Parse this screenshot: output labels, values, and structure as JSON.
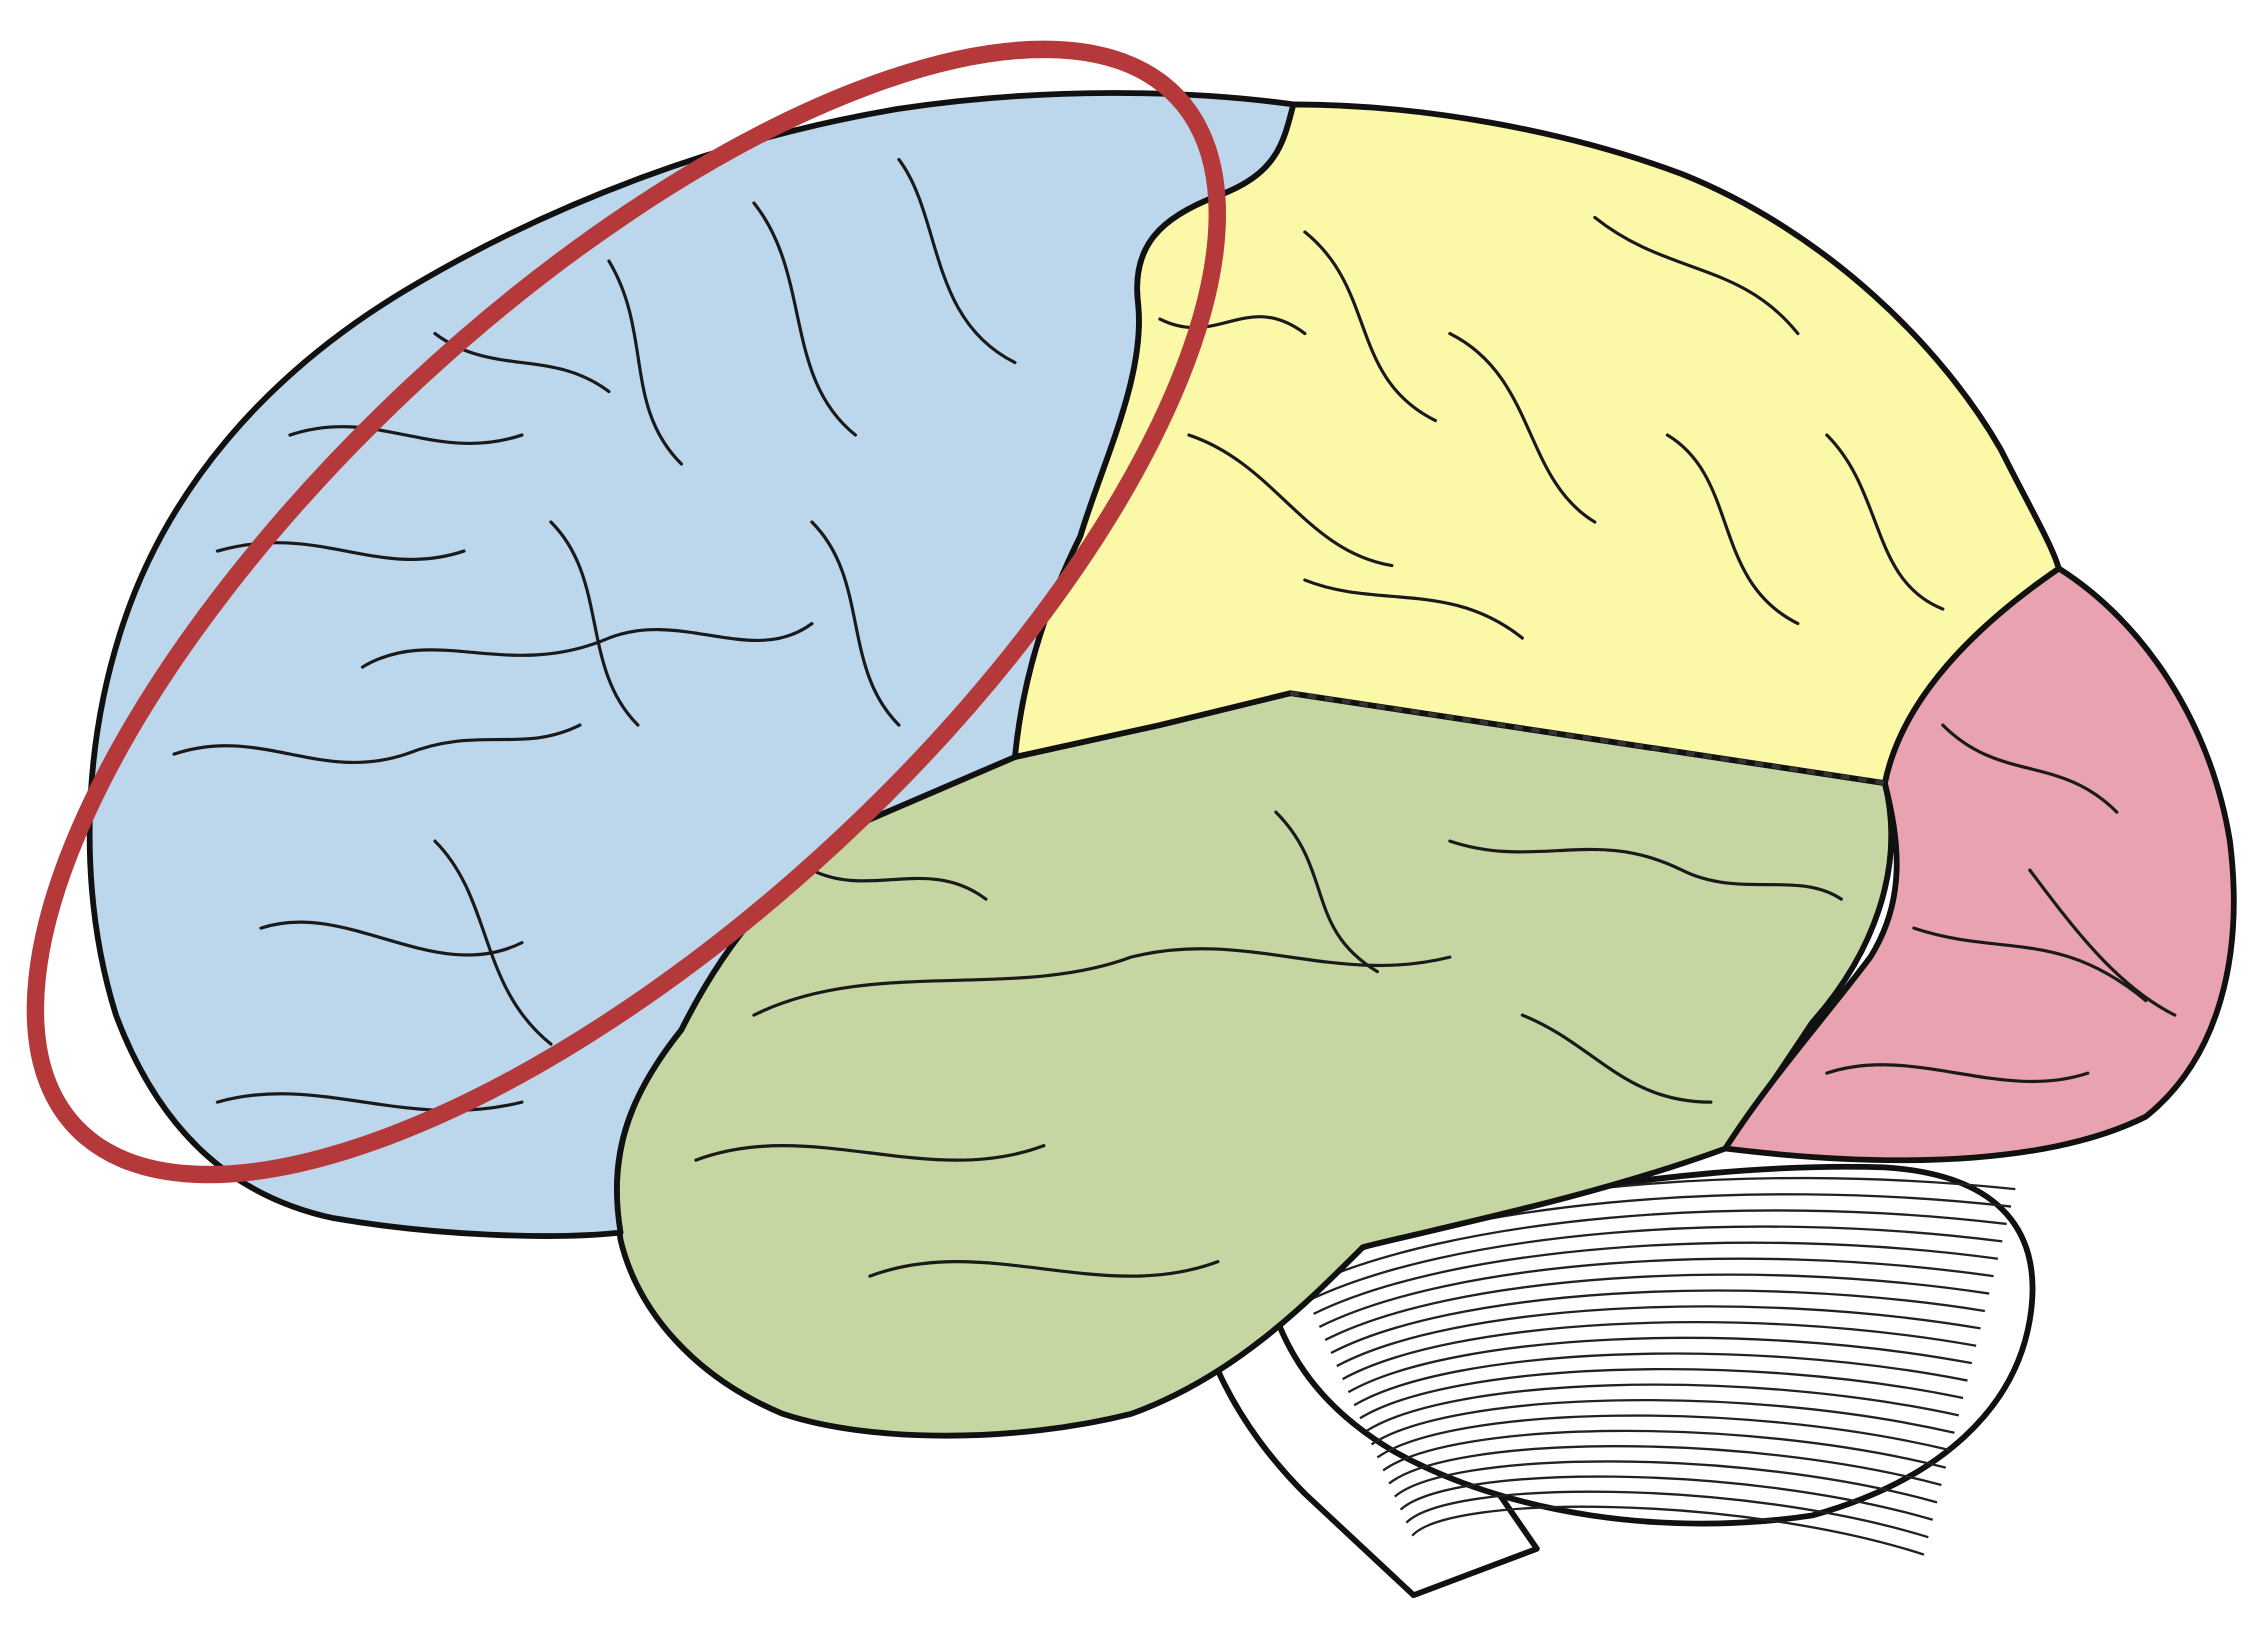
{
  "diagram": {
    "subject": "brain-lateral-view",
    "regions": [
      {
        "id": "frontal",
        "color": "#bcd7ec"
      },
      {
        "id": "parietal",
        "color": "#fbf8a8"
      },
      {
        "id": "temporal",
        "color": "#c6d6a2"
      },
      {
        "id": "occipital",
        "color": "#e9a2b0"
      },
      {
        "id": "cerebellum",
        "color": "#ffffff"
      },
      {
        "id": "brainstem",
        "color": "#ffffff"
      }
    ],
    "highlight": {
      "shape": "ellipse",
      "target": "frontal",
      "color": "#b5393a"
    }
  }
}
